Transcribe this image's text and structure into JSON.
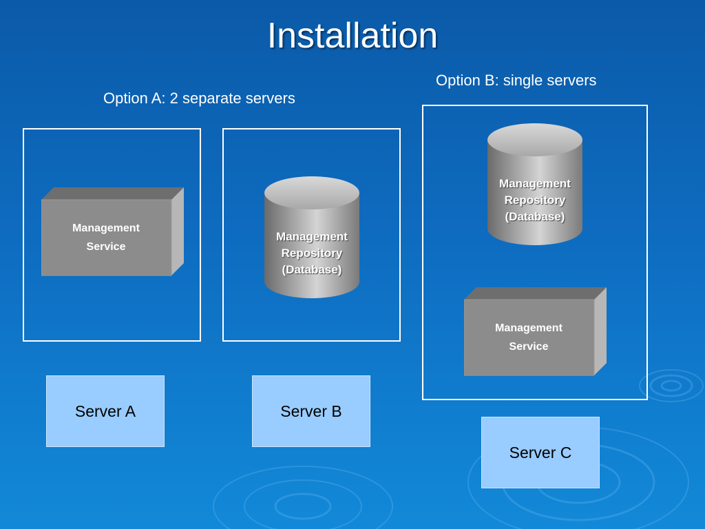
{
  "slide": {
    "title": "Installation",
    "option_a_caption": "Option A: 2 separate servers",
    "option_b_caption": "Option B: single servers"
  },
  "option_a": {
    "service": {
      "line1": "Management",
      "line2": "Service"
    },
    "repository": {
      "line1": "Management",
      "line2": "Repository",
      "line3": "(Database)"
    },
    "server_a_label": "Server A",
    "server_b_label": "Server B"
  },
  "option_b": {
    "repository": {
      "line1": "Management",
      "line2": "Repository",
      "line3": "(Database)"
    },
    "service": {
      "line1": "Management",
      "line2": "Service"
    },
    "server_c_label": "Server C"
  },
  "colors": {
    "background_top": "#0b5aa8",
    "background_bottom": "#1289d8",
    "server_label_fill": "#99ccff",
    "component_gray": "#8c8c8c"
  }
}
